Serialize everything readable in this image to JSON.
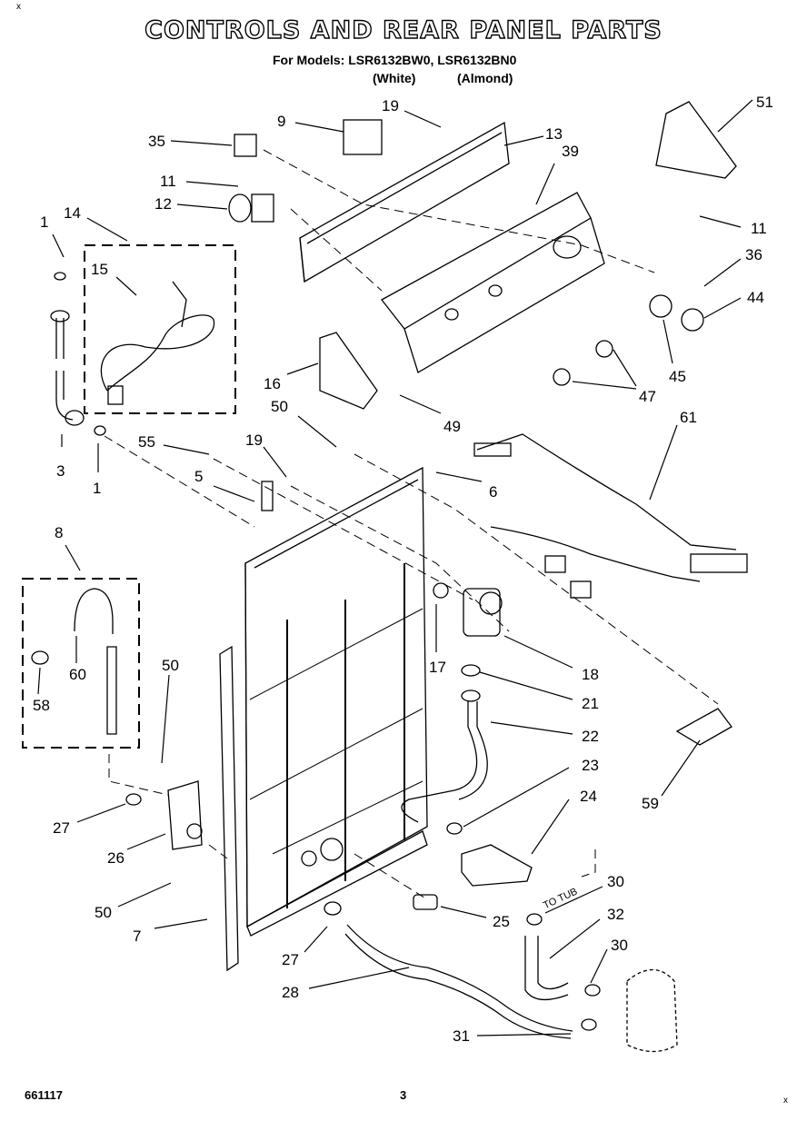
{
  "header": {
    "title": "CONTROLS AND REAR PANEL PARTS",
    "models_line": "For Models:  LSR6132BW0, LSR6132BN0",
    "color_white": "(White)",
    "color_almond": "(Almond)"
  },
  "diagram": {
    "callouts": [
      "1",
      "14",
      "15",
      "3",
      "1",
      "35",
      "9",
      "19",
      "13",
      "39",
      "51",
      "11",
      "12",
      "11",
      "36",
      "44",
      "45",
      "47",
      "16",
      "49",
      "50",
      "55",
      "19",
      "5",
      "6",
      "61",
      "8",
      "60",
      "58",
      "50",
      "17",
      "18",
      "21",
      "22",
      "23",
      "24",
      "59",
      "27",
      "26",
      "50",
      "7",
      "25",
      "30",
      "32",
      "27",
      "28",
      "30",
      "31"
    ],
    "tub_note": "TO TUB"
  },
  "footer": {
    "doc_number": "661117",
    "page": "3"
  },
  "corner_marks": {
    "tl": "x",
    "br": "x"
  }
}
